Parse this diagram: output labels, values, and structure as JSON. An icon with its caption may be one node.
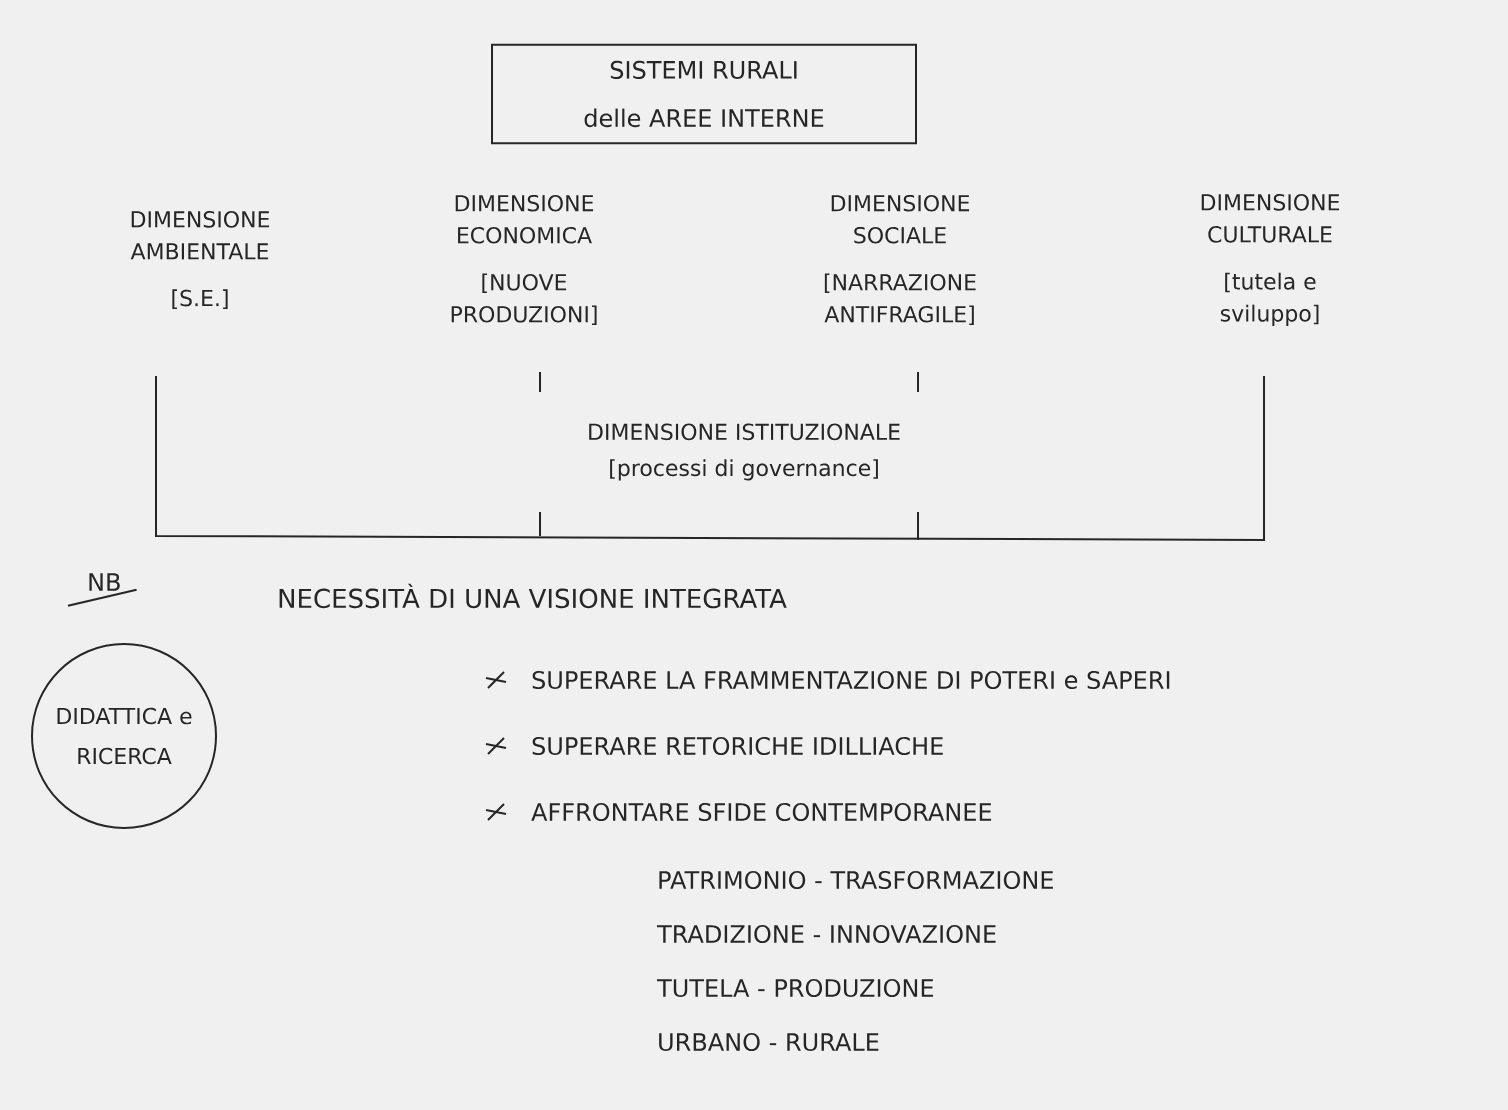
{
  "diagram": {
    "nodes": [
      {
        "text": [
          "SISTEMI RURALI",
          "delle AREE INTERNE"
        ]
      },
      {
        "text": [
          "DIMENSIONE AMBIENTALE",
          "[S.E.]"
        ]
      },
      {
        "text": [
          "DIMENSIONE ECONOMICA",
          "[NUOVE PRODUZIONI]"
        ]
      },
      {
        "text": [
          "DIMENSIONE SOCIALE",
          "[NARRAZIONE ANTIFRAGILE]"
        ]
      },
      {
        "text": [
          "DIMENSIONE CULTURALE",
          "[tutela e sviluppo]"
        ]
      },
      {
        "text": [
          "DIMENSIONE ISTITUZIONALE",
          "[processi di governance]"
        ]
      },
      {
        "text": [
          "DIDATTICA e RICERCA"
        ]
      }
    ],
    "labels": [
      "NB",
      "NECESSITÀ DI UNA VISIONE INTEGRATA",
      "SUPERARE LA FRAMMENTAZIONE DI POTERI e SAPERI",
      "SUPERARE RETORICHE IDILLIACHE",
      "AFFRONTARE SFIDE CONTEMPORANEE",
      "PATRIMONIO - TRASFORMAZIONE",
      "TRADIZIONE - INNOVAZIONE",
      "TUTELA - PRODUZIONE",
      "URBANO - RURALE"
    ]
  }
}
